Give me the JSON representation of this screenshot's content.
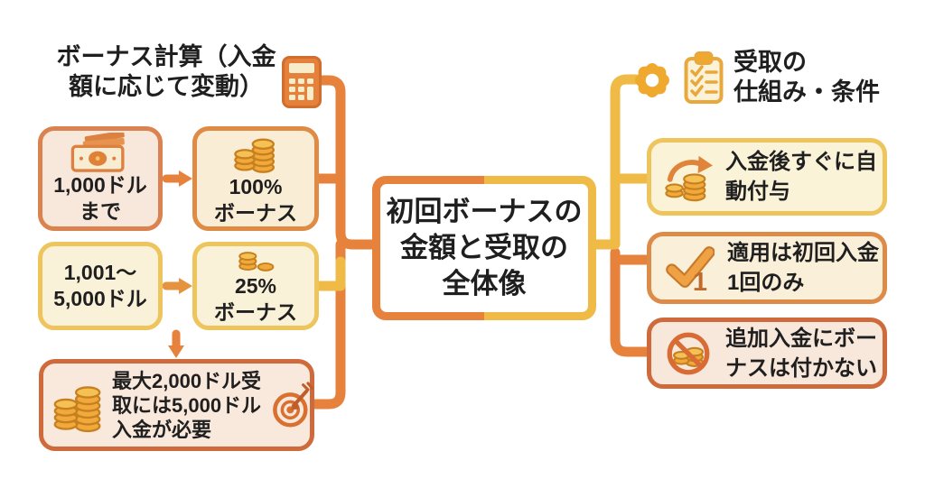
{
  "colors": {
    "orange_line": "#E6823C",
    "yellow_line": "#EFBA45",
    "orange_border": "#DD8B49",
    "deep_orange_border": "#CE6A3B",
    "yellow_border": "#EEC45C",
    "pink_bg": "#F8E8DC",
    "cream_bg": "#FAEDD5",
    "yellow_bg": "#FAF2D8",
    "coin_gold": "#F1A93C",
    "text": "#1F1F1F"
  },
  "left": {
    "header": {
      "line1": "ボーナス計算（入金",
      "line2": "額に応じて変動）"
    },
    "box_deposit1": {
      "line1": "1,000ドル",
      "line2": "まで"
    },
    "box_bonus1": {
      "line1": "100%",
      "line2": "ボーナス"
    },
    "box_deposit2": {
      "line1": "1,001〜",
      "line2": "5,000ドル"
    },
    "box_bonus2": {
      "line1": "25%",
      "line2": "ボーナス"
    },
    "box_note": {
      "line1": "最大2,000ドル受",
      "line2": "取には5,000ドル",
      "line3": "入金が必要"
    }
  },
  "center": {
    "line1": "初回ボーナスの",
    "line2": "金額と受取の",
    "line3": "全体像"
  },
  "right": {
    "header": {
      "line1": "受取の",
      "line2": "仕組み・条件"
    },
    "box_auto": {
      "line1": "入金後すぐに自",
      "line2": "動付与"
    },
    "box_once": {
      "line1": "適用は初回入金",
      "line2": "1回のみ",
      "badge": "1"
    },
    "box_nobonus": {
      "line1": "追加入金にボー",
      "line2": "ナスは付かない"
    }
  }
}
